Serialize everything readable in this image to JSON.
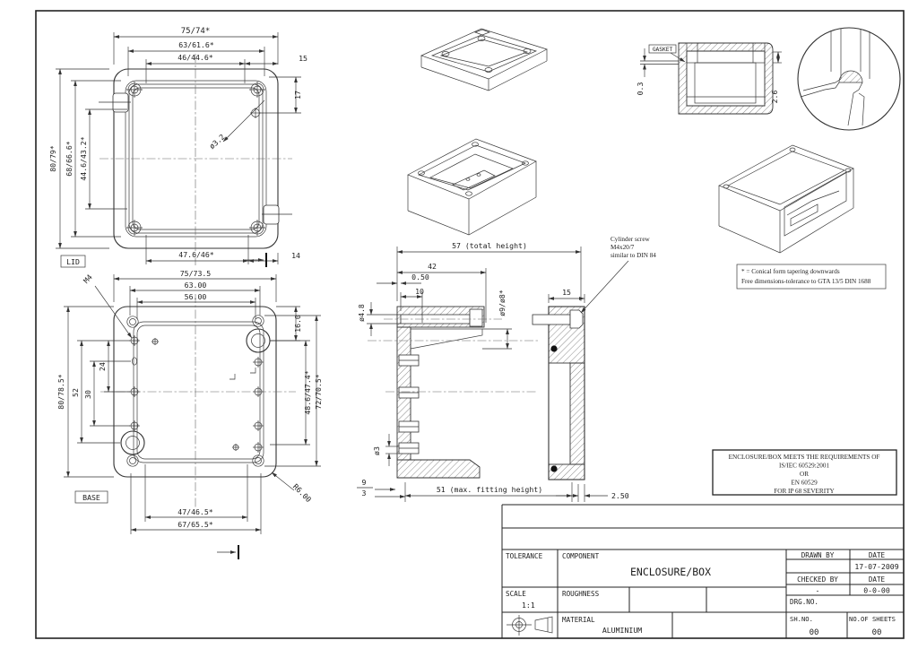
{
  "lid": {
    "label": "LID",
    "d_top1": "75/74*",
    "d_top2": "63/61.6*",
    "d_top3": "46/44.6*",
    "d_15": "15",
    "d_17": "17",
    "d_hole": "ø3.2",
    "d_left1": "80/79*",
    "d_left2": "68/66.6*",
    "d_left3": "44.6/43.2*",
    "d_bot1": "47.6/46*",
    "d_bot2": "14"
  },
  "base": {
    "label": "BASE",
    "d_top1": "75/73.5",
    "d_top2": "63.00",
    "d_top3": "56.00",
    "d_m4": "M4",
    "d_16": "16.0",
    "d_486": "48.6/47.4*",
    "d_72": "72/70.5*",
    "d_left1": "80/78.5*",
    "d_52": "52",
    "d_30": "30",
    "d_24": "24",
    "d_bot1": "47/46.5*",
    "d_bot2": "67/65.5*",
    "d_r6": "R6.00"
  },
  "section": {
    "d_57": "57 (total height)",
    "d_42": "42",
    "d_050": "0.50",
    "d_10": "10",
    "d_48": "ø4.8",
    "d_98": "ø9/ø8*",
    "d_15": "15",
    "d_3dia": "ø3",
    "d_9": "9",
    "d_3": "3",
    "d_51": "51 (max. fitting height)",
    "d_250": "2.50"
  },
  "gasket": {
    "label": "GASKET",
    "d_03": "0.3",
    "d_26": "2.6"
  },
  "notes": {
    "screw_l1": "Cylinder screw",
    "screw_l2": "M4x20/7",
    "screw_l3": "similar to DIN 84",
    "tol_l1": "* = Conical form tapering downwards",
    "tol_l2": "Free dimensions-tolerance to GTA 13/5 DIN 1688",
    "ip_l1": "ENCLOSURE/BOX MEETS THE REQUIREMENTS OF",
    "ip_l2": "IS/IEC 60529:2001",
    "ip_l3": "OR",
    "ip_l4": "EN 60529",
    "ip_l5": "FOR IP 68 SEVERITY"
  },
  "titleblock": {
    "tolerance": "TOLERANCE",
    "component": "COMPONENT",
    "component_value": "ENCLOSURE/BOX",
    "drawn_by": "DRAWN BY",
    "date1_label": "DATE",
    "drawn_date": "17-07-2009",
    "checked_by": "CHECKED BY",
    "date2_label": "DATE",
    "checked_value": "-",
    "checked_date": "0-0-00",
    "scale": "SCALE",
    "scale_value": "1:1",
    "roughness": "ROUGHNESS",
    "drg_no": "DRG.NO.",
    "material": "MATERIAL",
    "material_value": "ALUMINIUM",
    "sh_no": "SH.NO.",
    "sh_no_value": "00",
    "sheets": "NO.OF SHEETS",
    "sheets_value": "00"
  }
}
